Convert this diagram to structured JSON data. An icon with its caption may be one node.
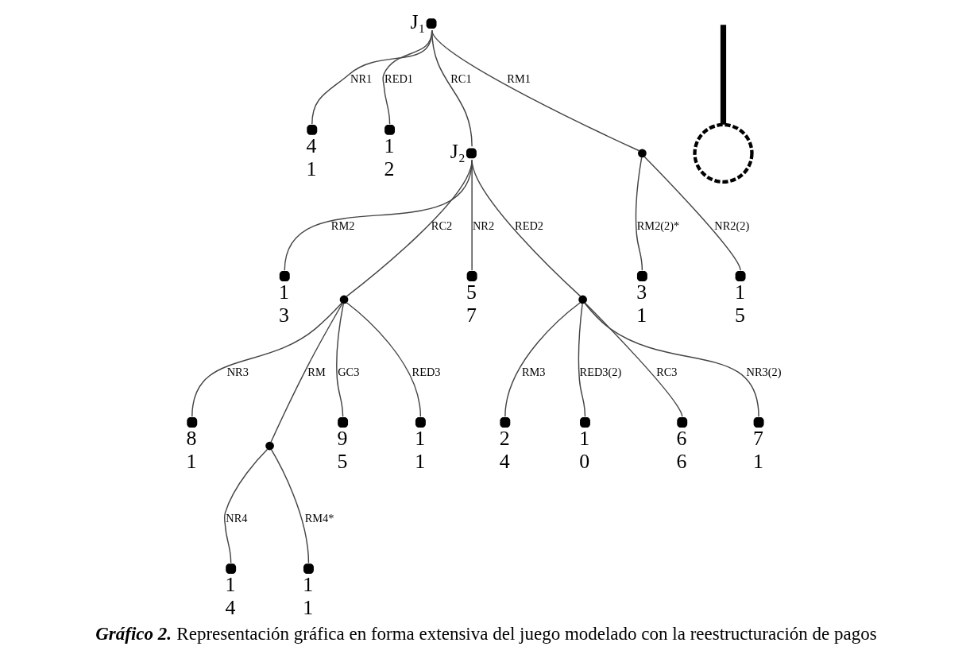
{
  "diagram": {
    "caption": "**Gráfico 2.** Representación gráfica en forma extensiva del juego modelado con la reestructuración de pagos",
    "nodes": [
      {
        "text": [],
        "shape": "dot",
        "beside": [
          "J₁"
        ]
      },
      {
        "text": [],
        "shape": "dot",
        "beside": [
          "4",
          "1"
        ]
      },
      {
        "text": [],
        "shape": "dot",
        "beside": [
          "1",
          "2"
        ]
      },
      {
        "text": [],
        "shape": "dot",
        "beside": [
          "J₂"
        ]
      },
      {
        "text": [],
        "shape": "dot"
      },
      {
        "text": [],
        "shape": "dot",
        "beside": [
          "1",
          "3"
        ]
      },
      {
        "text": [],
        "shape": "dot"
      },
      {
        "text": [],
        "shape": "dot",
        "beside": [
          "5",
          "7"
        ]
      },
      {
        "text": [],
        "shape": "dot"
      },
      {
        "text": [],
        "shape": "dot",
        "beside": [
          "3",
          "1"
        ]
      },
      {
        "text": [],
        "shape": "dot",
        "beside": [
          "1",
          "5"
        ]
      },
      {
        "text": [],
        "shape": "dot",
        "beside": [
          "8",
          "1"
        ]
      },
      {
        "text": [],
        "shape": "dot"
      },
      {
        "text": [],
        "shape": "dot",
        "beside": [
          "9",
          "5"
        ]
      },
      {
        "text": [],
        "shape": "dot",
        "beside": [
          "1",
          "1"
        ]
      },
      {
        "text": [],
        "shape": "dot",
        "beside": [
          "2",
          "4"
        ]
      },
      {
        "text": [],
        "shape": "dot",
        "beside": [
          "1",
          "0"
        ]
      },
      {
        "text": [],
        "shape": "dot",
        "beside": [
          "6",
          "6"
        ]
      },
      {
        "text": [],
        "shape": "dot",
        "beside": [
          "7",
          "1"
        ]
      },
      {
        "text": [],
        "shape": "dot",
        "beside": [
          "1",
          "4"
        ]
      },
      {
        "text": [],
        "shape": "dot",
        "beside": [
          "1",
          "1"
        ]
      },
      {
        "text": [],
        "shape": "circle"
      }
    ],
    "edges": [
      {
        "from": 0,
        "to": 1,
        "arrow": "none",
        "label": "NR1"
      },
      {
        "from": 0,
        "to": 2,
        "arrow": "none",
        "label": "RED1"
      },
      {
        "from": 0,
        "to": 3,
        "arrow": "none",
        "label": "RC1"
      },
      {
        "from": 0,
        "to": 4,
        "arrow": "none",
        "label": "RM1"
      },
      {
        "from": 3,
        "to": 5,
        "arrow": "none",
        "label": "RM2"
      },
      {
        "from": 3,
        "to": 6,
        "arrow": "none",
        "label": "RC2"
      },
      {
        "from": 3,
        "to": 7,
        "arrow": "none",
        "label": "NR2"
      },
      {
        "from": 3,
        "to": 8,
        "arrow": "none",
        "label": "RED2"
      },
      {
        "from": 4,
        "to": 9,
        "arrow": "none",
        "label": "RM2(2)*"
      },
      {
        "from": 4,
        "to": 10,
        "arrow": "none",
        "label": "NR2(2)"
      },
      {
        "from": 6,
        "to": 11,
        "arrow": "none",
        "label": "NR3"
      },
      {
        "from": 6,
        "to": 12,
        "arrow": "none",
        "label": "RM"
      },
      {
        "from": 6,
        "to": 13,
        "arrow": "none",
        "label": "GC3"
      },
      {
        "from": 6,
        "to": 14,
        "arrow": "none",
        "label": "RED3"
      },
      {
        "from": 8,
        "to": 15,
        "arrow": "none",
        "label": "RM3"
      },
      {
        "from": 8,
        "to": 16,
        "arrow": "none",
        "label": "RED3(2)"
      },
      {
        "from": 8,
        "to": 17,
        "arrow": "none",
        "label": "RC3"
      },
      {
        "from": 8,
        "to": 18,
        "arrow": "none",
        "label": "NR3(2)"
      },
      {
        "from": 12,
        "to": 19,
        "arrow": "none",
        "label": "NR4"
      },
      {
        "from": 12,
        "to": 20,
        "arrow": "none",
        "label": "RM4*"
      },
      {
        "from": null,
        "to": 21,
        "arrow": "none",
        "style": "thick",
        "color": "#000000"
      }
    ]
  }
}
